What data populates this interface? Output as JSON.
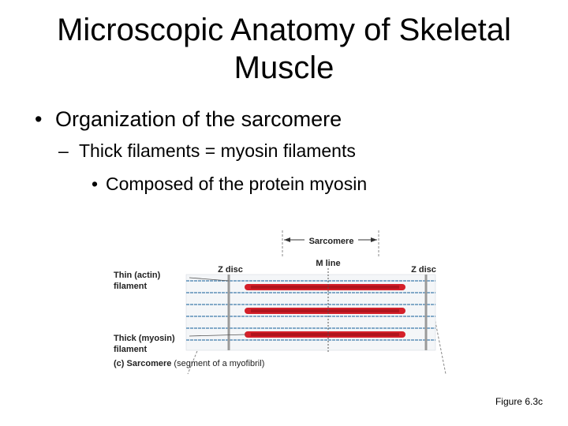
{
  "slide": {
    "title_lines": [
      "Microscopic Anatomy of Skeletal",
      "Muscle"
    ],
    "bullet_1": "Organization of the sarcomere",
    "bullet_2": "Thick filaments = myosin filaments",
    "bullet_3": "Composed of the protein myosin",
    "bullet_1_mark": "•",
    "bullet_2_mark": "–",
    "bullet_3_mark": "•"
  },
  "figure": {
    "sarcomere_label": "Sarcomere",
    "m_line_label": "M line",
    "z_disc_left_label": "Z disc",
    "z_disc_right_label": "Z disc",
    "thin_label_1": "Thin (actin)",
    "thin_label_2": "filament",
    "thick_label_1": "Thick (myosin)",
    "thick_label_2": "filament",
    "caption_bold": "(c) Sarcomere",
    "caption_rest": " (segment of a myofibril)",
    "colors": {
      "myosin": "#d4202a",
      "actin": "#5d8fb8",
      "disc": "#9a9a9a"
    }
  },
  "figure_ref": "Figure 6.3c"
}
